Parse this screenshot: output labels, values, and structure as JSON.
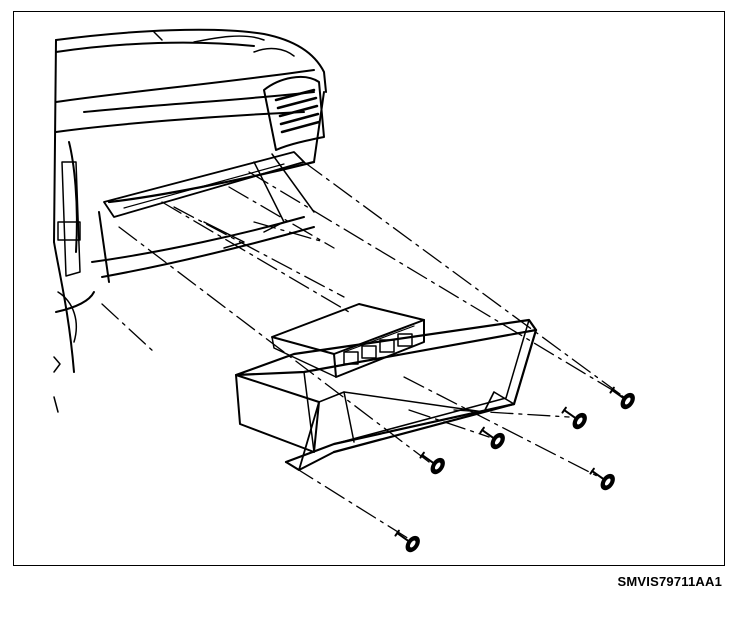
{
  "figure": {
    "id_label": "SMVIS79711AA1",
    "ink_color": "#000000",
    "paper_color": "#ffffff",
    "subject_icons": [
      "instrument-panel",
      "air-vent",
      "glove-box-opening",
      "control-module",
      "mounting-bracket",
      "screw-icon"
    ],
    "screw_count": 6
  }
}
